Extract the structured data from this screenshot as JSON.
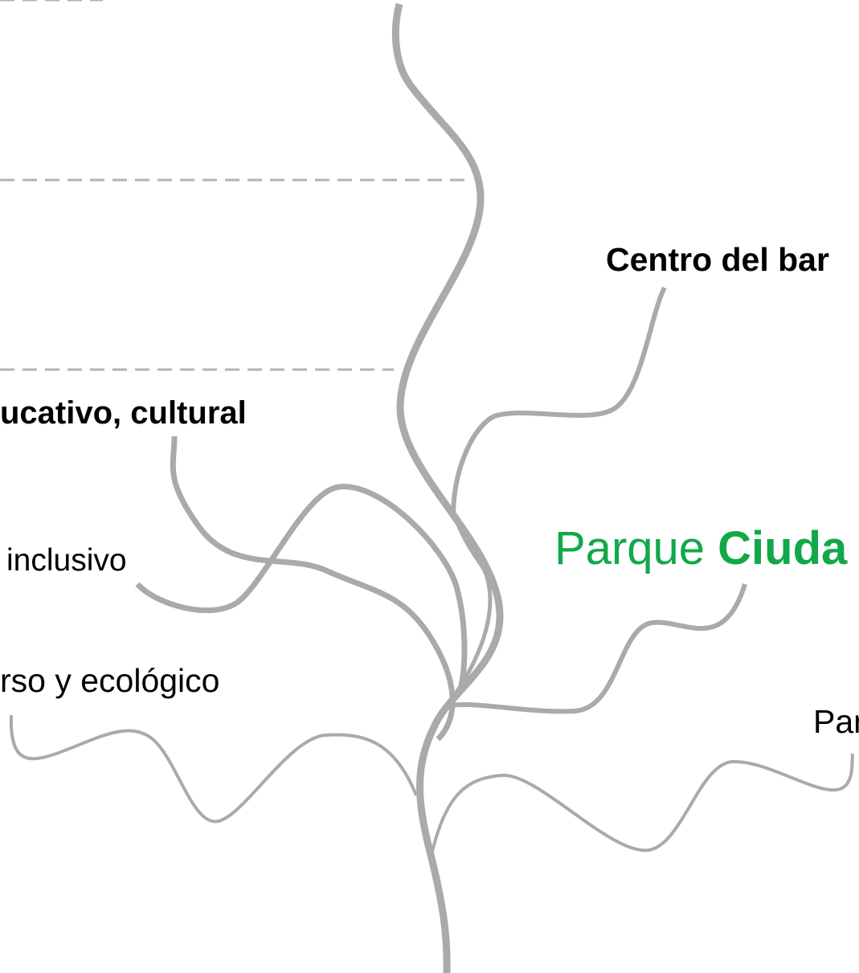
{
  "labels": {
    "centro": "Centro del bar",
    "educativo": "ucativo, cultural",
    "inclusivo": "inclusivo",
    "ecologico": "rso y ecológico",
    "parque_prefix": "Parque",
    "parque_bold": "Ciuda",
    "par": "Par"
  },
  "colors": {
    "branch": "#aaaaaa",
    "dash": "#b3b3b3",
    "text": "#000000",
    "accent_green": "#12a84a"
  }
}
